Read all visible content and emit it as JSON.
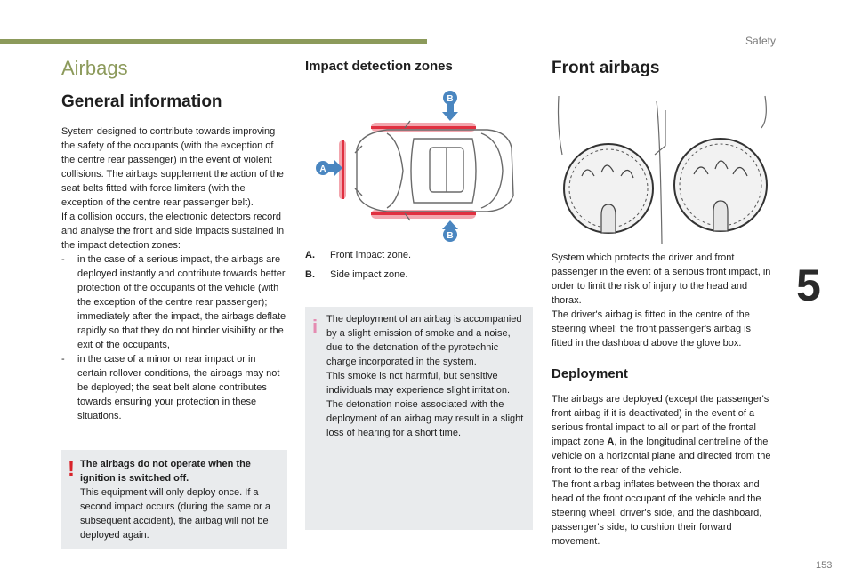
{
  "header": {
    "section": "Safety"
  },
  "side": {
    "chapter": "5"
  },
  "footer": {
    "page": "153"
  },
  "col1": {
    "page_title": "Airbags",
    "heading": "General information",
    "intro": "System designed to contribute towards improving the safety of the occupants (with the exception of the centre rear passenger) in the event of violent collisions. The airbags supplement the action of the seat belts fitted with force limiters (with the exception of the centre rear passenger belt).",
    "collision": "If a collision occurs, the electronic detectors record and analyse the front and side impacts sustained in the impact detection zones:",
    "bullets": [
      "in the case of a serious impact, the airbags are deployed instantly and contribute towards better protection of the occupants of the vehicle (with the exception of the centre rear passenger); immediately after the impact, the airbags deflate rapidly so that they do not hinder visibility or the exit of the occupants,",
      "in the case of a minor or rear impact or in certain rollover conditions, the airbags may not be deployed; the seat belt alone contributes towards ensuring your protection in these situations."
    ],
    "warning": {
      "mark": "!",
      "bold": "The airbags do not operate when the ignition is switched off.",
      "text": "This equipment will only deploy once. If a second impact occurs (during the same or a subsequent accident), the airbag will not be deployed again."
    }
  },
  "col2": {
    "heading": "Impact detection zones",
    "diagram": {
      "label_a": "A",
      "label_b": "B"
    },
    "legend": [
      {
        "key": "A.",
        "text": "Front impact zone."
      },
      {
        "key": "B.",
        "text": "Side impact zone."
      }
    ],
    "info": {
      "mark": "i",
      "text1": "The deployment of an airbag is accompanied by a slight emission of smoke and a noise, due to the detonation of the pyrotechnic charge incorporated in the system.",
      "text2": "This smoke is not harmful, but sensitive individuals may experience slight irritation.",
      "text3": "The detonation noise associated with the deployment of an airbag may result in a slight loss of hearing for a short time."
    }
  },
  "col3": {
    "heading": "Front airbags",
    "text1": "System which protects the driver and front passenger in the event of a serious front impact, in order to limit the risk of injury to the head and thorax.",
    "text2": "The driver's airbag is fitted in the centre of the steering wheel; the front passenger's airbag is fitted in the dashboard above the glove box.",
    "sub_heading": "Deployment",
    "dep_text1_a": "The airbags are deployed (except the passenger's front airbag if it is deactivated) in the event of a serious frontal impact to all or part of the frontal impact zone ",
    "dep_text1_b": "A",
    "dep_text1_c": ", in the longitudinal centreline of the vehicle on a horizontal plane and directed from the front to the rear of the vehicle.",
    "dep_text2": "The front airbag inflates between the thorax and head of the front occupant of the vehicle and the steering wheel, driver's side, and the dashboard, passenger's side, to cushion their forward movement."
  },
  "colors": {
    "accent": "#8c9a5b",
    "warning": "#d8232a",
    "info": "#e58cb2",
    "impact": "#e03040",
    "marker": "#4a86c0",
    "box": "#e9ebed"
  }
}
